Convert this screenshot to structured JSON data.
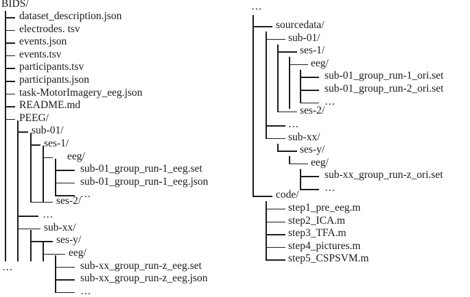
{
  "left_tree": {
    "root": "BIDS/",
    "top_files": [
      "dataset_description.json",
      "electrodes. tsv",
      "events.json",
      "events.tsv",
      "participants.tsv",
      "participants.json",
      "task-MotorImagery_eeg.json",
      "README.md"
    ],
    "peeg": "PEEG/",
    "sub01": "sub-01/",
    "ses1": "ses-1/",
    "eeg1": "eeg/",
    "eeg1_files": [
      "sub-01_group_run-1_eeg.set",
      "sub-01_group_run-1_eeg.json",
      "…"
    ],
    "ses2": "ses-2/",
    "peeg_ellipsis": "…",
    "subxx": "sub-xx/",
    "sesy": "ses-y/",
    "eeg2": "eeg/",
    "eeg2_files": [
      "sub-xx_group_run-z_eeg.set",
      "sub-xx_group_run-z_eeg.json",
      "…"
    ],
    "bottom_ellipsis": "…"
  },
  "right_tree": {
    "top_ellipsis": "…",
    "sourcedata": "sourcedata/",
    "sub01": "sub-01/",
    "ses1": "ses-1/",
    "eeg1": "eeg/",
    "eeg1_files": [
      "sub-01_group_run-1_ori.set",
      "sub-01_group_run-2_ori.set",
      "…"
    ],
    "ses2": "ses-2/",
    "source_ellipsis": "…",
    "subxx": "sub-xx/",
    "sesy": "ses-y/",
    "eeg2": "eeg/",
    "eeg2_files": [
      "sub-xx_group_run-z_ori.set",
      "…"
    ],
    "code": "code/",
    "code_files": [
      "step1_pre_eeg.m",
      "step2_ICA.m",
      "step3_TFA.m",
      "step4_pictures.m",
      "step5_CSPSVM.m"
    ]
  }
}
